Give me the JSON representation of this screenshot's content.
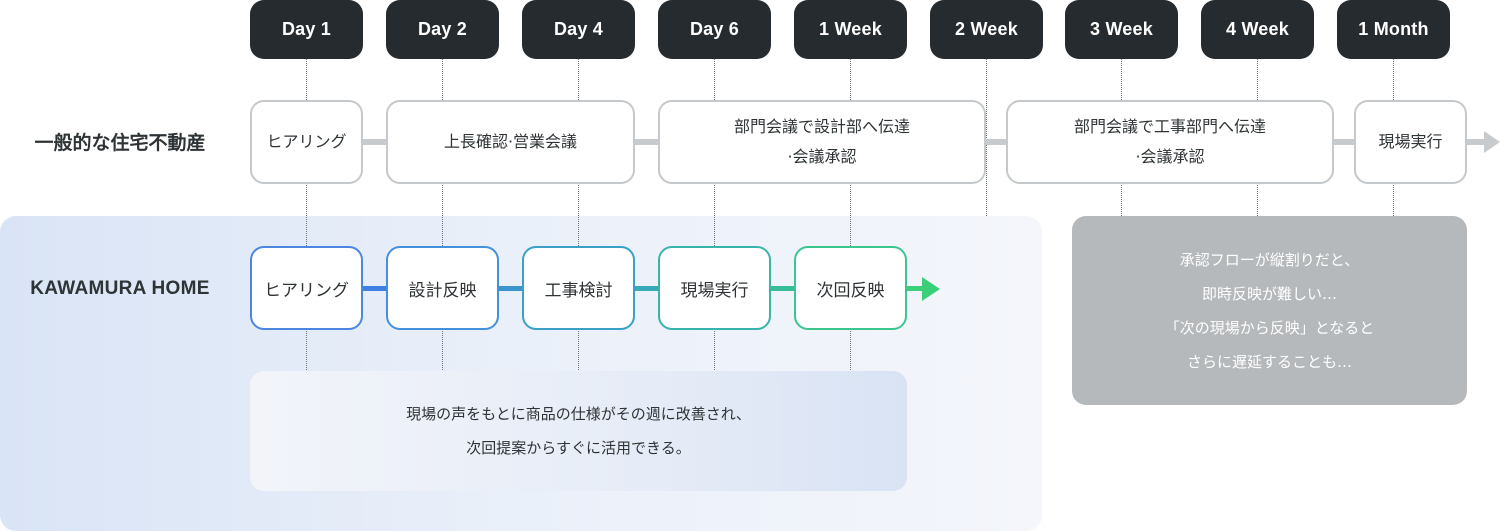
{
  "timeline": {
    "days": [
      "Day 1",
      "Day 2",
      "Day 4",
      "Day 6",
      "1 Week",
      "2 Week",
      "3 Week",
      "4 Week",
      "1 Month"
    ]
  },
  "general": {
    "label": "一般的な住宅不動産",
    "steps": [
      {
        "lines": [
          "ヒアリング"
        ]
      },
      {
        "lines": [
          "上長確認·営業会議"
        ]
      },
      {
        "lines": [
          "部門会議で設計部へ伝達",
          "·会議承認"
        ]
      },
      {
        "lines": [
          "部門会議で工事部門へ伝達",
          "·会議承認"
        ]
      },
      {
        "lines": [
          "現場実行"
        ]
      }
    ],
    "note": [
      "承認フローが縦割りだと、",
      "即時反映が難しい…",
      "「次の現場から反映」となると",
      "さらに遅延することも…"
    ]
  },
  "kawamura": {
    "label": "KAWAMURA HOME",
    "steps": [
      "ヒアリング",
      "設計反映",
      "工事検討",
      "現場実行",
      "次回反映"
    ],
    "note": [
      "現場の声をもとに商品の仕様がその週に改善され、",
      "次回提案からすぐに活用できる。"
    ]
  },
  "colors": {
    "pill_bg": "#262b2f",
    "track_gray": "#c8cbcd",
    "k_start": "#4a8fe0",
    "k_end": "#3ccf79",
    "gray_note_bg": "#b6b9bb"
  }
}
